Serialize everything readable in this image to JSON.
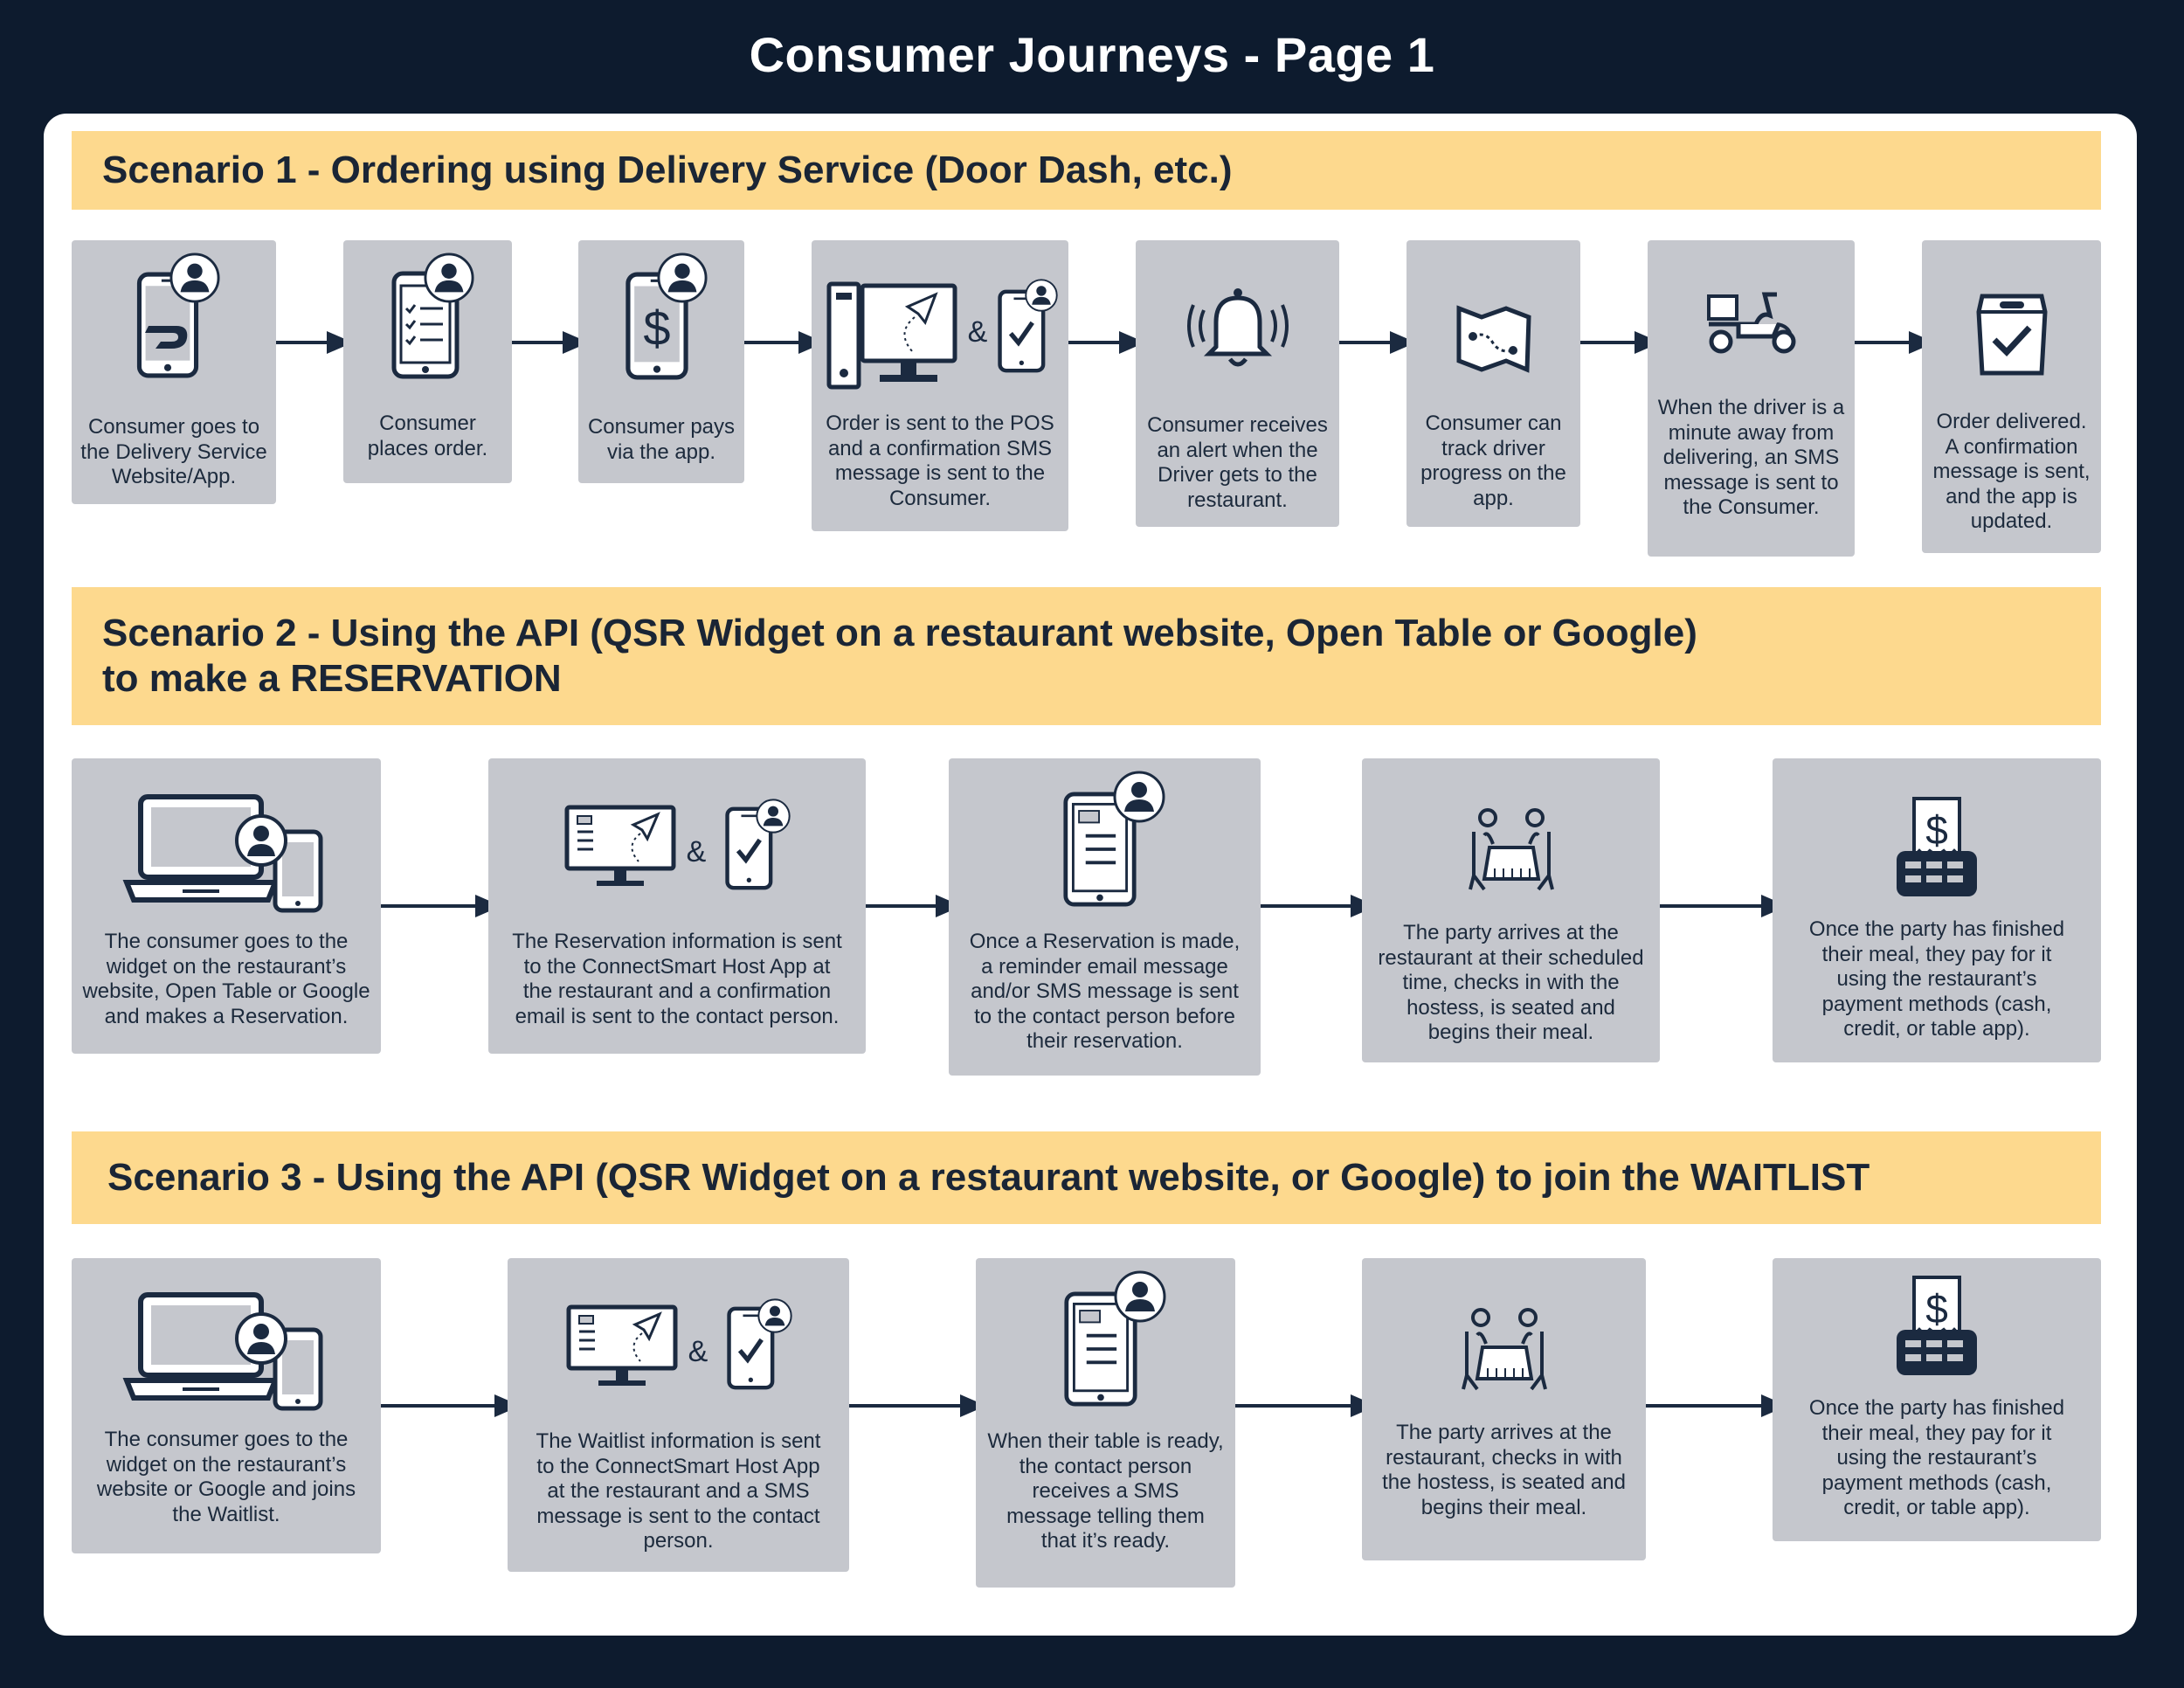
{
  "page_title": "Consumer Journeys - Page 1",
  "scenario1": {
    "title": "Scenario 1 - Ordering using Delivery Service (Door Dash, etc.)",
    "steps": [
      {
        "caption": "Consumer goes to\nthe Delivery Service\nWebsite/App.",
        "icon": "delivery-app-phone-icon"
      },
      {
        "caption": "Consumer\nplaces order.",
        "icon": "order-checklist-phone-icon"
      },
      {
        "caption": "Consumer pays\nvia the app.",
        "icon": "payment-phone-icon"
      },
      {
        "caption": "Order is sent to the POS\nand a confirmation SMS\nmessage is sent to the\nConsumer.",
        "icon": "pos-and-confirmation-icon",
        "amp": "&"
      },
      {
        "caption": "Consumer receives\nan alert when the\nDriver gets to the\nrestaurant.",
        "icon": "alert-bell-icon"
      },
      {
        "caption": "Consumer can\ntrack driver\nprogress on the\napp.",
        "icon": "tracking-map-icon"
      },
      {
        "caption": "When the driver is a\nminute away from\ndelivering, an SMS\nmessage is sent to\nthe Consumer.",
        "icon": "delivery-scooter-icon"
      },
      {
        "caption": "Order delivered.\nA confirmation\nmessage is sent,\nand the app is\nupdated.",
        "icon": "delivered-bag-icon"
      }
    ]
  },
  "scenario2": {
    "title_line1": "Scenario 2 - Using the API (QSR Widget on a restaurant website, Open Table or Google)",
    "title_line2": "to make a RESERVATION",
    "steps": [
      {
        "caption": "The consumer goes to the\nwidget on the restaurant’s\nwebsite, Open Table or Google\nand makes a Reservation.",
        "icon": "laptop-and-phone-icon"
      },
      {
        "caption": "The Reservation information is sent\nto the ConnectSmart Host App at\nthe restaurant and a confirmation\nemail is sent to the contact person.",
        "icon": "host-app-and-confirmation-icon",
        "amp": "&"
      },
      {
        "caption": "Once a Reservation is made,\na reminder email message\nand/or SMS message is sent\nto the contact person before\ntheir reservation.",
        "icon": "reminder-phone-icon"
      },
      {
        "caption": "The party arrives at the\nrestaurant at their scheduled\ntime, checks in with the\nhostess, is seated and\nbegins their meal.",
        "icon": "dining-table-icon"
      },
      {
        "caption": "Once the party has finished\ntheir meal, they pay for it\nusing the restaurant’s\npayment methods (cash,\ncredit, or table app).",
        "icon": "payment-terminal-icon"
      }
    ]
  },
  "scenario3": {
    "title": "Scenario 3 - Using the API (QSR Widget on a restaurant website, or Google) to join the WAITLIST",
    "steps": [
      {
        "caption": "The consumer goes to the\nwidget on the restaurant’s\nwebsite or Google and joins\nthe Waitlist.",
        "icon": "laptop-and-phone-icon"
      },
      {
        "caption": "The Waitlist information is sent\nto the ConnectSmart Host App\nat the restaurant and a SMS\nmessage is sent to the contact\nperson.",
        "icon": "host-app-and-confirmation-icon",
        "amp": "&"
      },
      {
        "caption": "When their table is ready,\nthe contact person\nreceives a SMS\nmessage telling them\nthat it’s ready.",
        "icon": "notification-phone-icon"
      },
      {
        "caption": "The party arrives at the\nrestaurant, checks in with\nthe hostess, is seated and\nbegins their meal.",
        "icon": "dining-table-icon"
      },
      {
        "caption": "Once the party has finished\ntheir meal, they pay for it\nusing the restaurant’s\npayment methods (cash,\ncredit, or table app).",
        "icon": "payment-terminal-icon"
      }
    ]
  },
  "colors": {
    "background": "#0d1b2e",
    "banner": "#fdd98e",
    "card": "#c5c7cd",
    "ink": "#1b2a40"
  }
}
